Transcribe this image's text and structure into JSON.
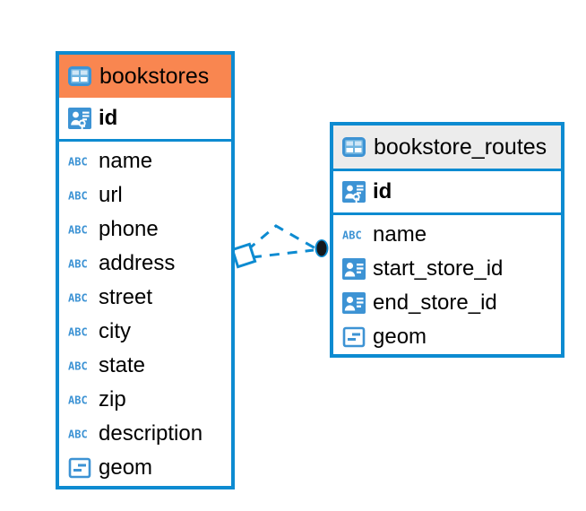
{
  "diagram": {
    "type": "entity-relationship-diagram",
    "background": "#ffffff",
    "colors": {
      "edge_blue": "#0d8bd1",
      "selected_header": "#f98650",
      "normal_header": "#ececec",
      "icon_blue": "#3d93d4",
      "text": "#000000",
      "endpoint_dark": "#14181c"
    }
  },
  "entities": [
    {
      "name": "bookstores",
      "header_label": "bookstores",
      "header_icon": "table-icon",
      "selected": true,
      "primary_key": {
        "label": "id",
        "icon": "primary-key-icon",
        "type": "serial"
      },
      "fields": [
        {
          "label": "name",
          "icon": "abc-text-icon",
          "type": "text"
        },
        {
          "label": "url",
          "icon": "abc-text-icon",
          "type": "text"
        },
        {
          "label": "phone",
          "icon": "abc-text-icon",
          "type": "text"
        },
        {
          "label": "address",
          "icon": "abc-text-icon",
          "type": "text"
        },
        {
          "label": "street",
          "icon": "abc-text-icon",
          "type": "text"
        },
        {
          "label": "city",
          "icon": "abc-text-icon",
          "type": "text"
        },
        {
          "label": "state",
          "icon": "abc-text-icon",
          "type": "text"
        },
        {
          "label": "zip",
          "icon": "abc-text-icon",
          "type": "text"
        },
        {
          "label": "description",
          "icon": "abc-text-icon",
          "type": "text"
        },
        {
          "label": "geom",
          "icon": "geometry-icon",
          "type": "geometry"
        }
      ]
    },
    {
      "name": "bookstore_routes",
      "header_label": "bookstore_routes",
      "header_icon": "table-icon",
      "selected": false,
      "primary_key": {
        "label": "id",
        "icon": "primary-key-icon",
        "type": "serial"
      },
      "fields": [
        {
          "label": "name",
          "icon": "abc-text-icon",
          "type": "text"
        },
        {
          "label": "start_store_id",
          "icon": "foreign-key-icon",
          "type": "integer"
        },
        {
          "label": "end_store_id",
          "icon": "foreign-key-icon",
          "type": "integer"
        },
        {
          "label": "geom",
          "icon": "geometry-icon",
          "type": "geometry"
        }
      ]
    }
  ],
  "relationship": {
    "from_entity": "bookstores",
    "to_entity": "bookstore_routes",
    "line_style": "dashed",
    "source_endpoint": "diamond-endpoint-icon",
    "target_endpoint": "filled-circle-endpoint-icon"
  }
}
